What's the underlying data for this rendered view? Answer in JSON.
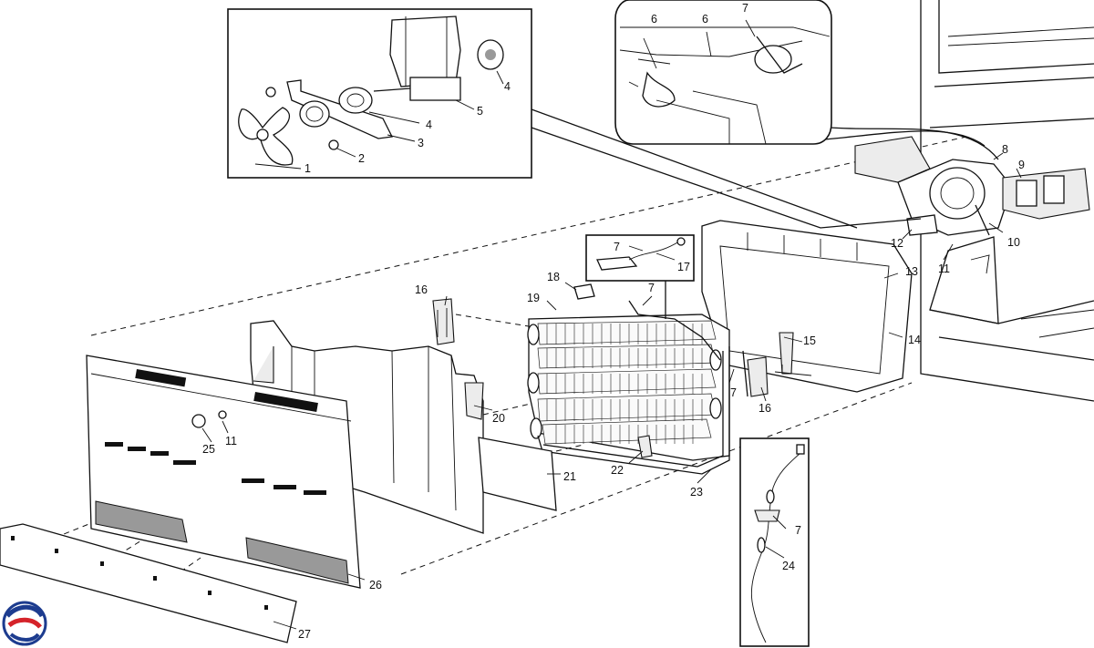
{
  "labels": {
    "p1": "1",
    "p2": "2",
    "p3": "3",
    "p4a": "4",
    "p4b": "4",
    "p5": "5",
    "p6a": "6",
    "p6b": "6",
    "p7a": "7",
    "p7b": "7",
    "p7c": "7",
    "p7d": "7",
    "p7e": "7",
    "p8": "8",
    "p9": "9",
    "p10": "10",
    "p11a": "11",
    "p11b": "11",
    "p12": "12",
    "p13": "13",
    "p14": "14",
    "p15": "15",
    "p16a": "16",
    "p16b": "16",
    "p17": "17",
    "p18": "18",
    "p19": "19",
    "p20": "20",
    "p21": "21",
    "p22": "22",
    "p23": "23",
    "p24": "24",
    "p25": "25",
    "p26": "26",
    "p27": "27"
  },
  "colors": {
    "line": "#111111",
    "logo_red": "#d5232a",
    "logo_blue": "#1d3c8f"
  }
}
